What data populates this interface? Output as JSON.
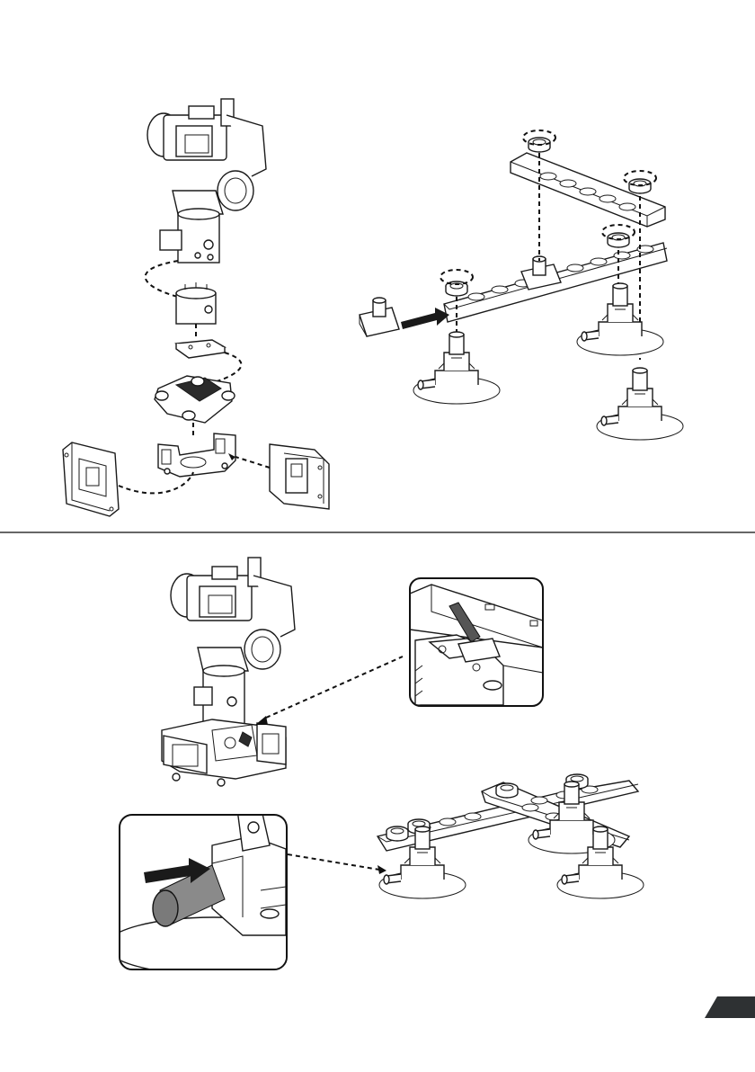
{
  "page": {
    "title": "",
    "page_number": ""
  },
  "sections": [
    {
      "name": "exploded-view",
      "figures": [
        "gimbal-with-battery-plate-exploded",
        "suction-cup-rail-assembly-exploded"
      ]
    },
    {
      "name": "assembled-view",
      "figures": [
        "gimbal-with-battery-plate-assembled",
        "lock-lever-detail",
        "knob-detail",
        "suction-cup-cross-rail-assembled"
      ]
    }
  ],
  "colors": {
    "line": "#1a1a1a",
    "divider": "#333333",
    "tab": "#2e3133",
    "knob_fill": "#7a7a7a"
  }
}
